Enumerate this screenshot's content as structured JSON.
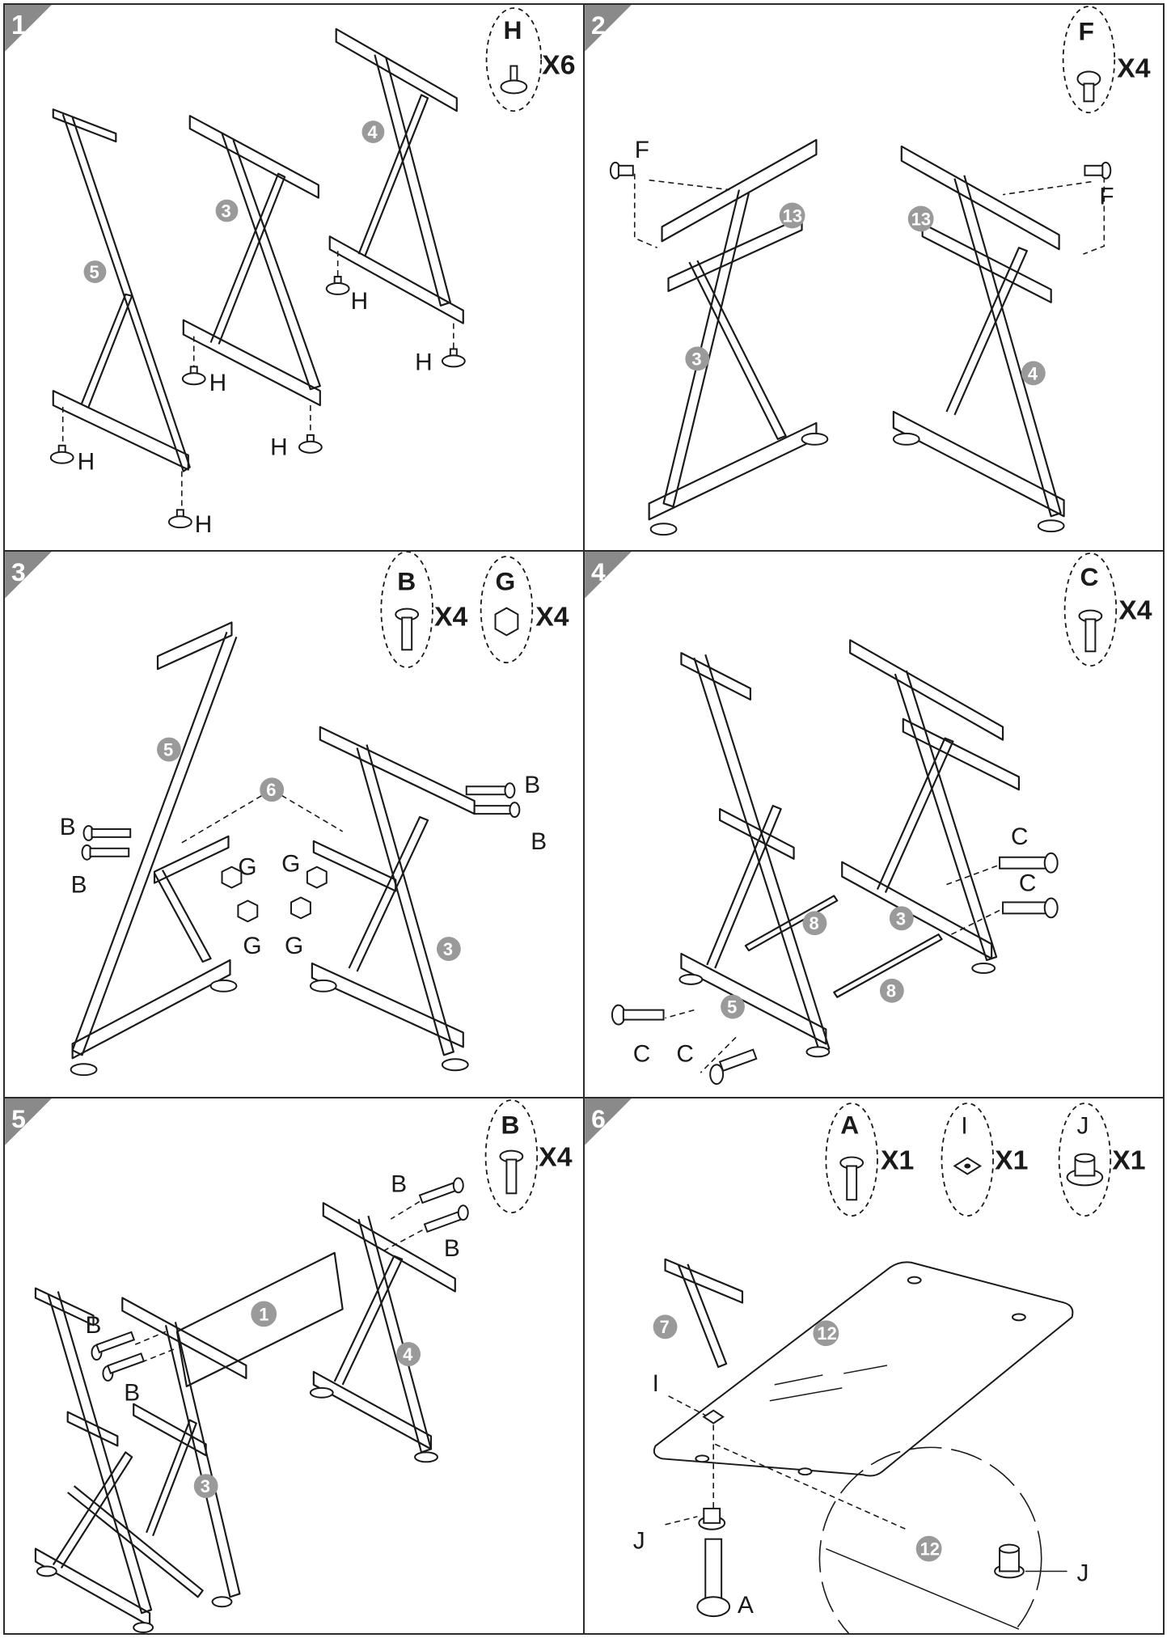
{
  "steps": [
    {
      "number": "1",
      "hardware": [
        {
          "letter": "H",
          "qty": "X6"
        }
      ],
      "part_numbers": [
        "5",
        "3",
        "4"
      ],
      "labels": [
        "H",
        "H",
        "H",
        "H",
        "H",
        "H"
      ]
    },
    {
      "number": "2",
      "hardware": [
        {
          "letter": "F",
          "qty": "X4"
        }
      ],
      "part_numbers": [
        "13",
        "13",
        "3",
        "4"
      ],
      "labels": [
        "F",
        "F"
      ]
    },
    {
      "number": "3",
      "hardware": [
        {
          "letter": "B",
          "qty": "X4"
        },
        {
          "letter": "G",
          "qty": "X4"
        }
      ],
      "part_numbers": [
        "5",
        "6",
        "3"
      ],
      "labels": [
        "B",
        "B",
        "B",
        "B",
        "G",
        "G",
        "G",
        "G"
      ]
    },
    {
      "number": "4",
      "hardware": [
        {
          "letter": "C",
          "qty": "X4"
        }
      ],
      "part_numbers": [
        "8",
        "3",
        "5",
        "8"
      ],
      "labels": [
        "C",
        "C",
        "C",
        "C"
      ]
    },
    {
      "number": "5",
      "hardware": [
        {
          "letter": "B",
          "qty": "X4"
        }
      ],
      "part_numbers": [
        "1",
        "4",
        "3"
      ],
      "labels": [
        "B",
        "B",
        "B",
        "B"
      ]
    },
    {
      "number": "6",
      "hardware": [
        {
          "letter": "A",
          "qty": "X1"
        },
        {
          "letter": "I",
          "qty": "X1"
        },
        {
          "letter": "J",
          "qty": "X1"
        }
      ],
      "part_numbers": [
        "7",
        "12",
        "12"
      ],
      "labels": [
        "I",
        "J",
        "A",
        "J"
      ]
    }
  ]
}
